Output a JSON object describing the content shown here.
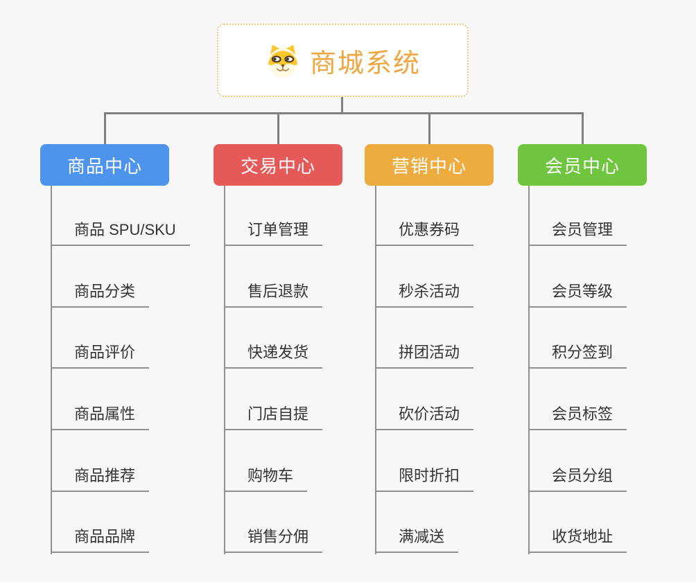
{
  "background_color": "#F7F7F7",
  "connector_color": "#7F7F7F",
  "child_line_color": "#909090",
  "child_text_color": "#333333",
  "root": {
    "title": "商城系统",
    "title_color": "#F0A640",
    "border_color": "#F6C77C",
    "icon": "doge-face-icon",
    "icon_colors": {
      "fur": "#F8C72D",
      "muzzle": "#FFF8E3",
      "eye": "#4A3520",
      "nose": "#7A4E2B",
      "mouth": "#B08D57"
    }
  },
  "branches": [
    {
      "label": "商品中心",
      "color": "#4E94EC",
      "text_color": "#FFFFFF",
      "children": [
        "商品 SPU/SKU",
        "商品分类",
        "商品评价",
        "商品属性",
        "商品推荐",
        "商品品牌"
      ]
    },
    {
      "label": "交易中心",
      "color": "#E35A58",
      "text_color": "#FFFFFF",
      "children": [
        "订单管理",
        "售后退款",
        "快递发货",
        "门店自提",
        "购物车",
        "销售分佣"
      ]
    },
    {
      "label": "营销中心",
      "color": "#EDAC3F",
      "text_color": "#FFFFFF",
      "children": [
        "优惠券码",
        "秒杀活动",
        "拼团活动",
        "砍价活动",
        "限时折扣",
        "满减送"
      ]
    },
    {
      "label": "会员中心",
      "color": "#6FC440",
      "text_color": "#FFFFFF",
      "children": [
        "会员管理",
        "会员等级",
        "积分签到",
        "会员标签",
        "会员分组",
        "收货地址"
      ]
    }
  ]
}
